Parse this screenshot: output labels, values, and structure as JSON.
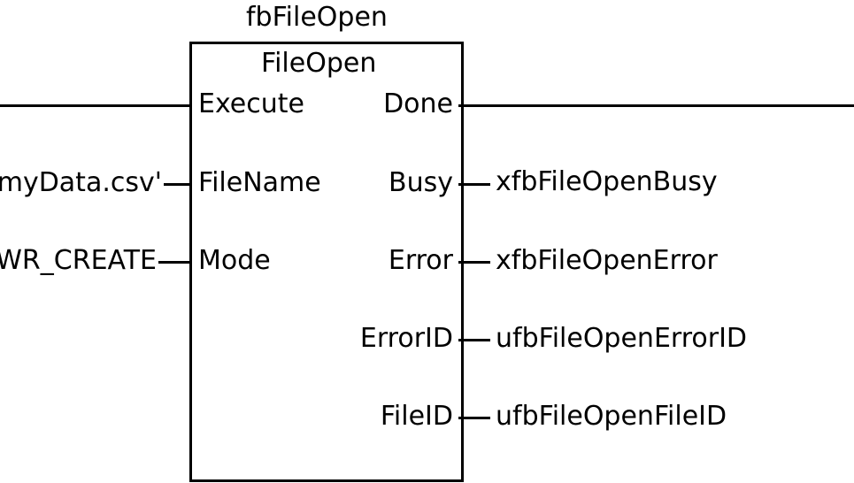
{
  "block": {
    "instance_name": "fbFileOpen",
    "type_name": "FileOpen"
  },
  "inputs": [
    {
      "pin": "Execute",
      "variable": ""
    },
    {
      "pin": "FileName",
      "variable": "myData.csv'"
    },
    {
      "pin": "Mode",
      "variable": "WR_CREATE"
    }
  ],
  "outputs": [
    {
      "pin": "Done",
      "variable": ""
    },
    {
      "pin": "Busy",
      "variable": "xfbFileOpenBusy"
    },
    {
      "pin": "Error",
      "variable": "xfbFileOpenError"
    },
    {
      "pin": "ErrorID",
      "variable": "ufbFileOpenErrorID"
    },
    {
      "pin": "FileID",
      "variable": "ufbFileOpenFileID"
    }
  ],
  "colors": {
    "line": "#000000",
    "background": "#ffffff",
    "text": "#000000"
  }
}
